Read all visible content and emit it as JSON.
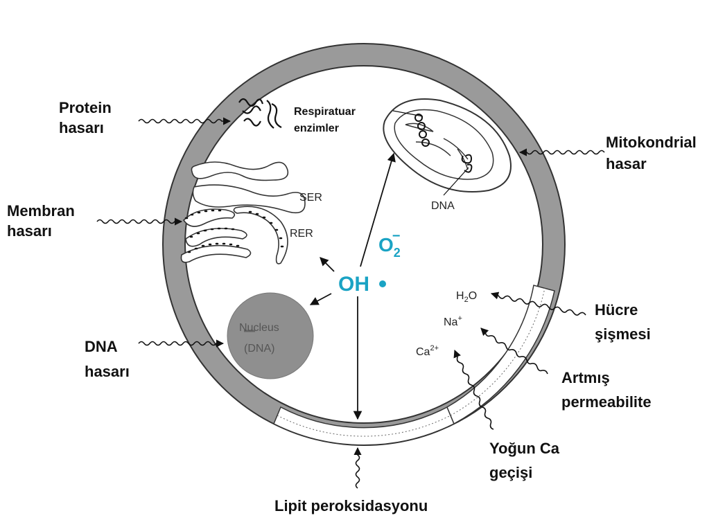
{
  "labels": {
    "protein_damage": [
      "Protein",
      "hasarı"
    ],
    "membrane_damage": [
      "Membran",
      "hasarı"
    ],
    "dna_damage": [
      "DNA",
      "hasarı"
    ],
    "mito_damage": [
      "Mitokondrial",
      "hasar"
    ],
    "cell_swelling": [
      "Hücre",
      "şişmesi"
    ],
    "permeability": [
      "Artmış",
      "permeabilite"
    ],
    "ca_entry": [
      "Yoğun Ca",
      "geçişi"
    ],
    "lipid_perox": "Lipit peroksidasyonu"
  },
  "organelles": {
    "respiratory": [
      "Respiratuar",
      "enzimler"
    ],
    "ser": "SER",
    "rer": "RER",
    "mito_dna": "DNA",
    "nucleus": [
      "Nucleus",
      "(DNA)"
    ]
  },
  "radicals": {
    "oh": "OH",
    "o2": "O",
    "o2_sub": "2",
    "o2_sup": "−"
  },
  "ions": {
    "water": "H",
    "water_sub": "2",
    "water_tail": "O",
    "sodium": "Na",
    "sodium_sup": "+",
    "calcium": "Ca",
    "calcium_sup": "2+"
  },
  "colors": {
    "membrane": "#9a9a9a",
    "nucleus": "#8f8f8f",
    "radical": "#1aa3c4"
  }
}
